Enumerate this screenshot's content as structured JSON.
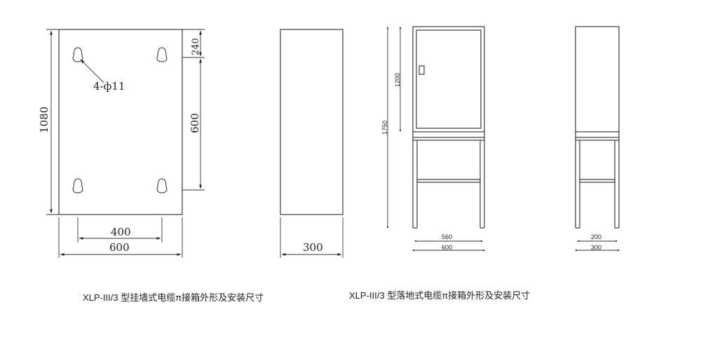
{
  "wall_box": {
    "height_label": "1080",
    "top_offset_label": "240",
    "hole_spacing_v_label": "600",
    "hole_spacing_h_label": "400",
    "width_label": "600",
    "hole_label": "4-ф11"
  },
  "wall_side": {
    "depth_label": "300"
  },
  "floor_box": {
    "total_height_label": "1750",
    "cabinet_height_label": "1200",
    "inner_width_label": "560",
    "width_label": "600"
  },
  "floor_side": {
    "inner_depth_label": "200",
    "depth_label": "300"
  },
  "captions": {
    "wall": "XLP-III/3 型挂墙式电缆π接箱外形及安装尺寸",
    "floor": "XLP-III/3 型落地式电缆π接箱外形及安装尺寸"
  },
  "colors": {
    "line": "#2a2a2a",
    "text": "#222222",
    "background": "#ffffff"
  }
}
